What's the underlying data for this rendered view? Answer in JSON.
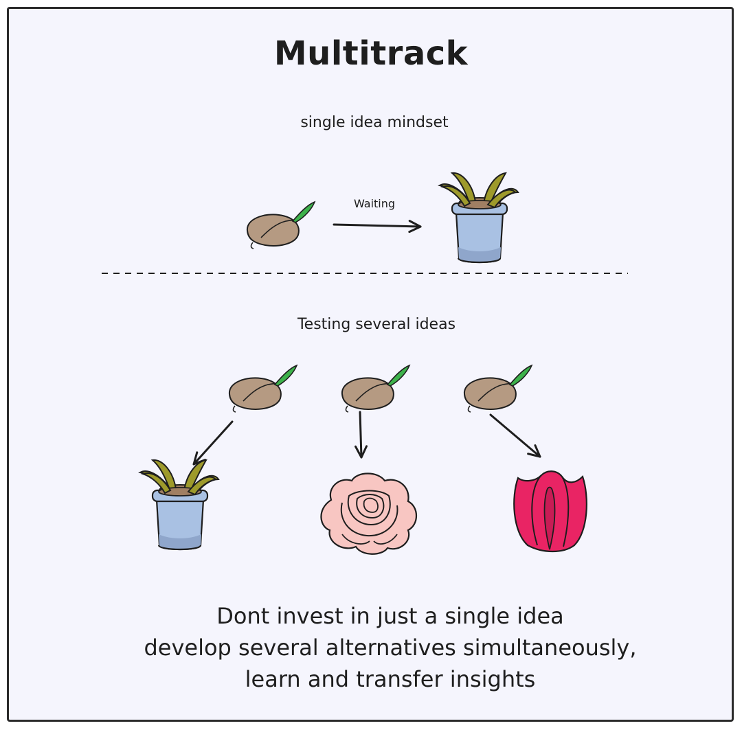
{
  "title": "Multitrack",
  "single_section": {
    "heading": "single idea mindset",
    "arrow_label": "Waiting"
  },
  "multi_section": {
    "heading": "Testing several ideas"
  },
  "message": {
    "line1": "Dont invest in just a single idea",
    "line2": "develop several alternatives simultaneously,",
    "line3": "learn and transfer insights"
  },
  "icons": {
    "seed": "seed-icon",
    "potted_plant": "potted-plant-icon",
    "rose": "rose-icon",
    "tulip": "tulip-icon"
  },
  "colors": {
    "background": "#f5f5fd",
    "seed": "#b59a82",
    "sprout": "#3db24b",
    "pot": "#a9c1e3",
    "leaves": "#9e9a2b",
    "rose": "#f8c6c2",
    "tulip": "#e92464",
    "ink": "#1e1e1e"
  }
}
